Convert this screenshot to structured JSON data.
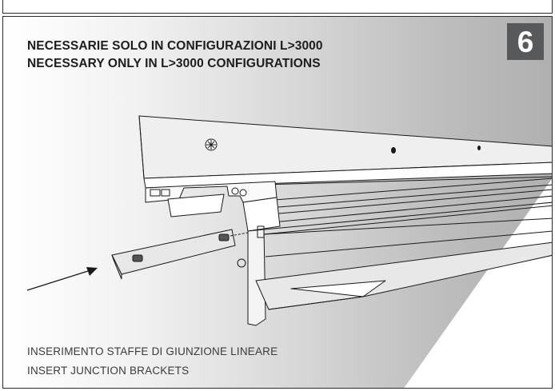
{
  "step": {
    "number": "6"
  },
  "title": {
    "line1": "NECESSARIE SOLO IN CONFIGURAZIONI L>3000",
    "line2": "NECESSARY ONLY IN L>3000 CONFIGURATIONS"
  },
  "caption": {
    "line1": "INSERIMENTO STAFFE DI GIUNZIONE LINEARE",
    "line2": "INSERT JUNCTION BRACKETS"
  },
  "colors": {
    "badge": "#58595b",
    "text": "#1d1d1b",
    "line": "#1a1a1a"
  },
  "icons": [
    "screw-head-icon",
    "arrow-icon"
  ]
}
